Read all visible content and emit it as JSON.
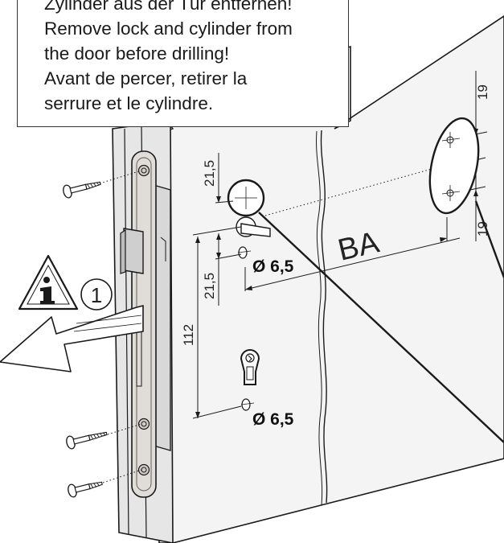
{
  "instruction": {
    "lines": [
      "Zylinder aus der Tür entfernen!",
      "Remove lock and cylinder from",
      "the door before drilling!",
      "Avant de percer, retirer la",
      "serrure et le cylindre."
    ]
  },
  "dimensions": {
    "upper_top": "21,5",
    "upper_mid": "21,5",
    "total_height": "112",
    "hole_top": "19",
    "hole_bottom": "19",
    "backset": "BA"
  },
  "diameters": {
    "spindle": "Ø 6,5",
    "cylinder": "Ø 6,5"
  },
  "step": {
    "number": "1"
  },
  "colors": {
    "line": "#1a1a1a",
    "door_face": "#f4f4f4",
    "door_edge": "#e6e6e6",
    "faceplate": "#e0dcd7",
    "arrow_fill": "#ffffff"
  }
}
